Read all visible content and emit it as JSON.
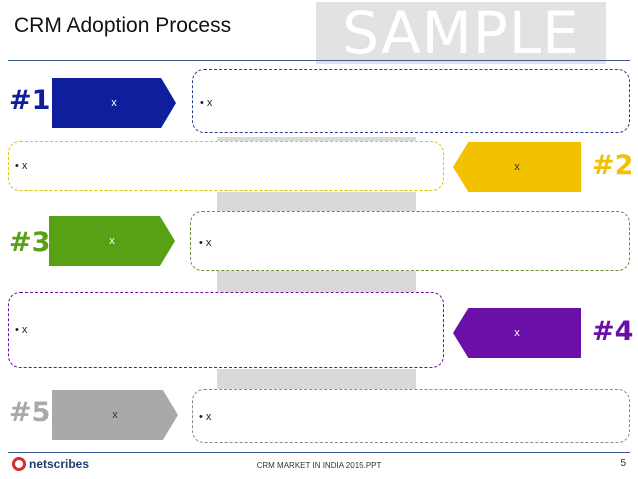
{
  "title": "CRM Adoption Process",
  "watermark": "SAMPLE",
  "steps": [
    {
      "number": "#1",
      "arrow_label": "x",
      "bullet": "• x",
      "color": "#0e1f9e"
    },
    {
      "number": "#2",
      "arrow_label": "x",
      "bullet": "• x",
      "color": "#f2c100"
    },
    {
      "number": "#3",
      "arrow_label": "x",
      "bullet": "• x",
      "color": "#58a014"
    },
    {
      "number": "#4",
      "arrow_label": "x",
      "bullet": "• x",
      "color": "#6a0fa8"
    },
    {
      "number": "#5",
      "arrow_label": "x",
      "bullet": "• x",
      "color": "#a9a9a9"
    }
  ],
  "footer": {
    "logo_text": "netscribes",
    "document": "CRM MARKET IN INDIA 2015.PPT",
    "page": "5"
  }
}
